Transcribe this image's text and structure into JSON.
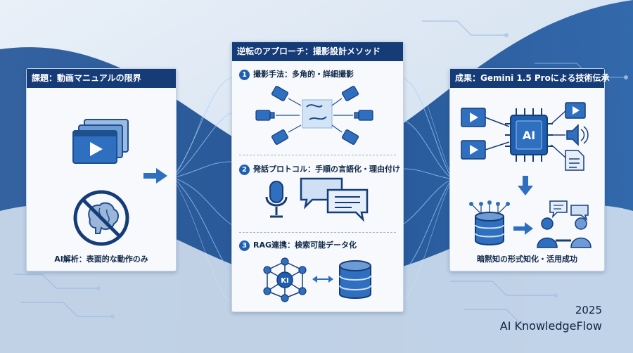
{
  "left_panel": {
    "title": "課題：動画マニュアルの限界",
    "caption": "AI解析：表面的な動作のみ"
  },
  "center_panel": {
    "title": "逆転のアプローチ：撮影設計メソッド",
    "steps": [
      {
        "number": "1",
        "label": "撮影手法：多角的・詳細撮影"
      },
      {
        "number": "2",
        "label": "発話プロトコル：手順の言語化・理由付け"
      },
      {
        "number": "3",
        "label": "RAG連携：検索可能データ化"
      }
    ],
    "kg_node_label": "KI"
  },
  "right_panel": {
    "title": "成果：Gemini 1.5 Proによる技術伝承",
    "chip_label": "AI",
    "caption": "暗黙知の形式知化・活用成功"
  },
  "footer": {
    "year": "2025",
    "brand": "AI KnowledgeFlow"
  },
  "colors": {
    "navy": "#163c78",
    "accent_blue": "#1f5fb0",
    "icon_blue": "#2f6fbf",
    "panel_bg": "#f7f9fc"
  }
}
